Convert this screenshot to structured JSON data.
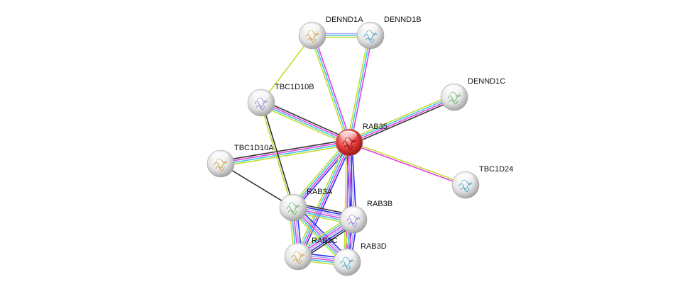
{
  "network": {
    "colors": {
      "database": "#3cc8e8",
      "experiments": "#e040e0",
      "textmining": "#c4dc30",
      "coexpression": "#333333",
      "cooccurrence": "#3030f0",
      "homology": "#b0a8f0",
      "query_node": "#e02020",
      "node": "#e8e8e8"
    },
    "nodes": [
      {
        "id": "RAB35",
        "label": "RAB35",
        "query": true
      },
      {
        "id": "DENND1A",
        "label": "DENND1A"
      },
      {
        "id": "DENND1B",
        "label": "DENND1B"
      },
      {
        "id": "DENND1C",
        "label": "DENND1C"
      },
      {
        "id": "TBC1D10B",
        "label": "TBC1D10B"
      },
      {
        "id": "TBC1D10A",
        "label": "TBC1D10A"
      },
      {
        "id": "TBC1D24",
        "label": "TBC1D24"
      },
      {
        "id": "RAB3A",
        "label": "RAB3A"
      },
      {
        "id": "RAB3B",
        "label": "RAB3B"
      },
      {
        "id": "RAB3C",
        "label": "RAB3C"
      },
      {
        "id": "RAB3D",
        "label": "RAB3D"
      }
    ],
    "edges": [
      {
        "a": "DENND1A",
        "b": "DENND1B",
        "types": [
          "homology",
          "database",
          "textmining"
        ]
      },
      {
        "a": "DENND1A",
        "b": "RAB35",
        "types": [
          "experiments",
          "database",
          "textmining"
        ]
      },
      {
        "a": "DENND1B",
        "b": "RAB35",
        "types": [
          "experiments",
          "database",
          "textmining"
        ]
      },
      {
        "a": "DENND1A",
        "b": "TBC1D10B",
        "types": [
          "textmining"
        ]
      },
      {
        "a": "TBC1D10B",
        "b": "RAB35",
        "types": [
          "coexpression",
          "experiments",
          "database",
          "textmining"
        ]
      },
      {
        "a": "DENND1C",
        "b": "RAB35",
        "types": [
          "coexpression",
          "experiments",
          "database",
          "textmining"
        ]
      },
      {
        "a": "TBC1D10A",
        "b": "RAB35",
        "types": [
          "coexpression",
          "experiments",
          "database",
          "textmining"
        ]
      },
      {
        "a": "TBC1D24",
        "b": "RAB35",
        "types": [
          "experiments",
          "textmining"
        ]
      },
      {
        "a": "TBC1D10B",
        "b": "RAB3A",
        "types": [
          "coexpression",
          "textmining"
        ]
      },
      {
        "a": "TBC1D10A",
        "b": "RAB3A",
        "types": [
          "coexpression"
        ]
      },
      {
        "a": "RAB35",
        "b": "RAB3A",
        "types": [
          "cooccurrence",
          "experiments",
          "database",
          "textmining"
        ]
      },
      {
        "a": "RAB35",
        "b": "RAB3B",
        "types": [
          "cooccurrence",
          "homology",
          "experiments",
          "cooccurrence"
        ]
      },
      {
        "a": "RAB35",
        "b": "RAB3C",
        "types": [
          "cooccurrence",
          "experiments",
          "database",
          "textmining"
        ]
      },
      {
        "a": "RAB35",
        "b": "RAB3D",
        "types": [
          "cooccurrence",
          "homology",
          "experiments",
          "textmining"
        ]
      },
      {
        "a": "RAB3A",
        "b": "RAB3B",
        "types": [
          "coexpression",
          "cooccurrence",
          "homology",
          "experiments",
          "database",
          "textmining"
        ]
      },
      {
        "a": "RAB3A",
        "b": "RAB3C",
        "types": [
          "cooccurrence",
          "homology",
          "experiments",
          "database",
          "textmining"
        ]
      },
      {
        "a": "RAB3A",
        "b": "RAB3D",
        "types": [
          "cooccurrence",
          "homology",
          "experiments",
          "database",
          "textmining"
        ]
      },
      {
        "a": "RAB3B",
        "b": "RAB3C",
        "types": [
          "coexpression",
          "cooccurrence",
          "homology",
          "experiments",
          "database",
          "textmining"
        ]
      },
      {
        "a": "RAB3B",
        "b": "RAB3D",
        "types": [
          "cooccurrence",
          "homology",
          "experiments",
          "database",
          "textmining"
        ]
      },
      {
        "a": "RAB3C",
        "b": "RAB3D",
        "types": [
          "cooccurrence",
          "homology",
          "experiments",
          "database",
          "textmining"
        ]
      }
    ]
  }
}
